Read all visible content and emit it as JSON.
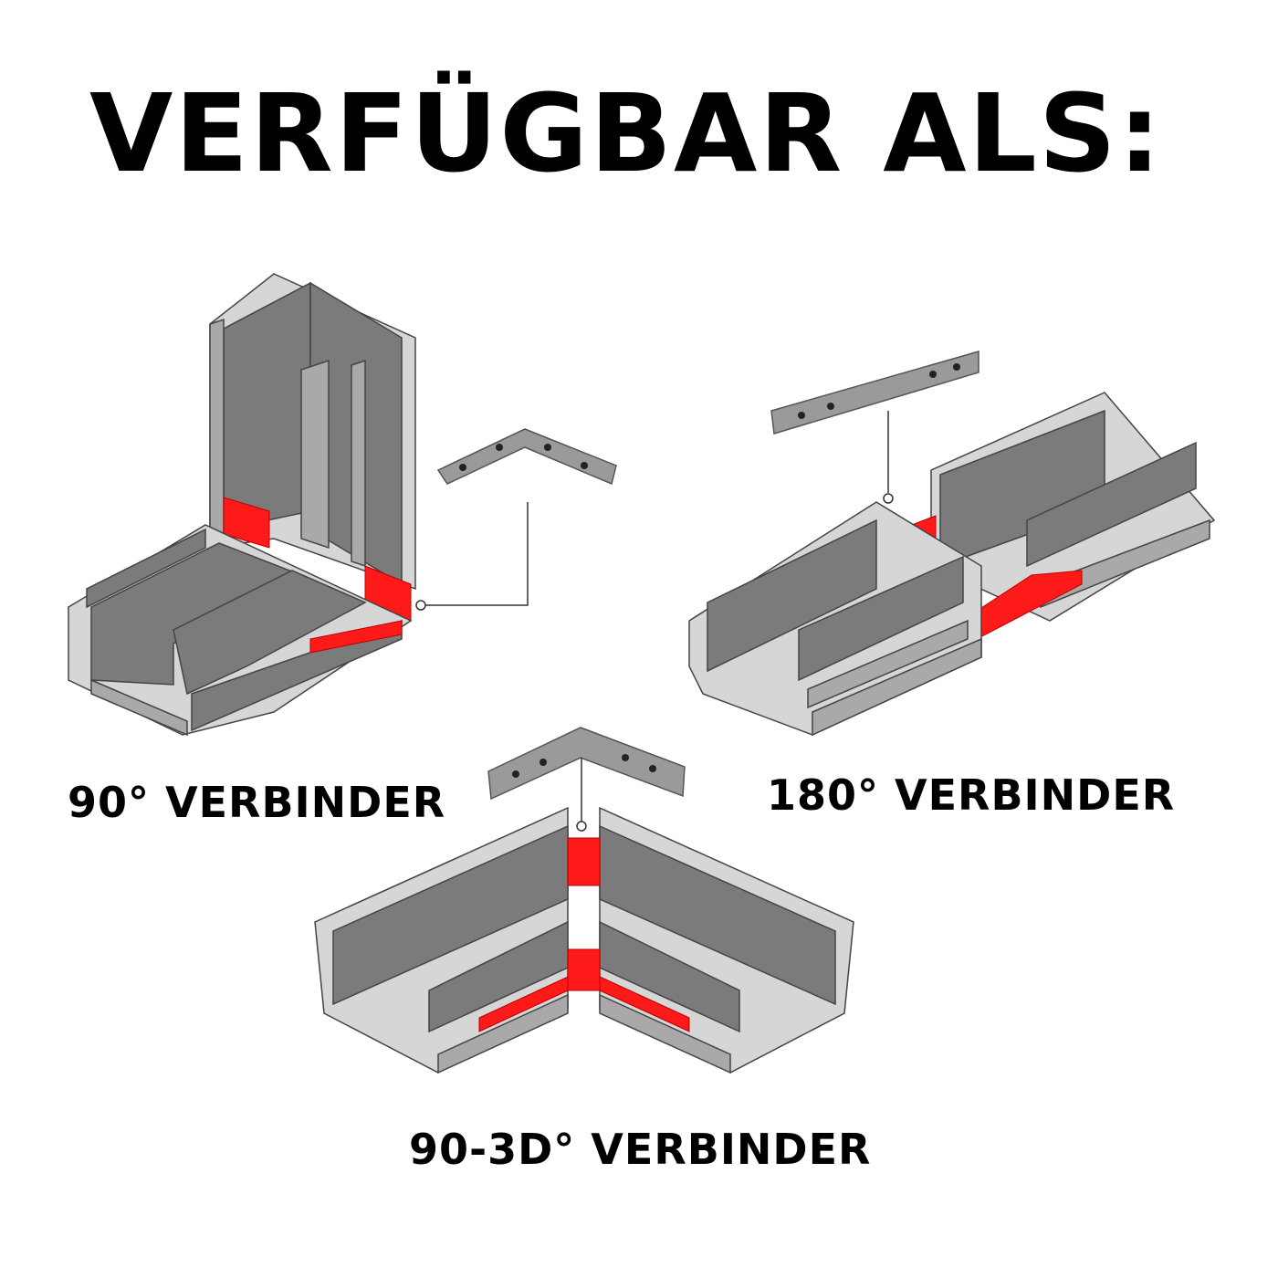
{
  "title": "VERFÜGBAR ALS:",
  "variants": [
    {
      "label": "90° VERBINDER"
    },
    {
      "label": "180° VERBINDER"
    },
    {
      "label": "90-3D° VERBINDER"
    }
  ],
  "colors": {
    "profile_dark": "#7b7b7b",
    "profile_light": "#d6d6d6",
    "connector_highlight": "#ff1a1a",
    "text": "#000000"
  }
}
